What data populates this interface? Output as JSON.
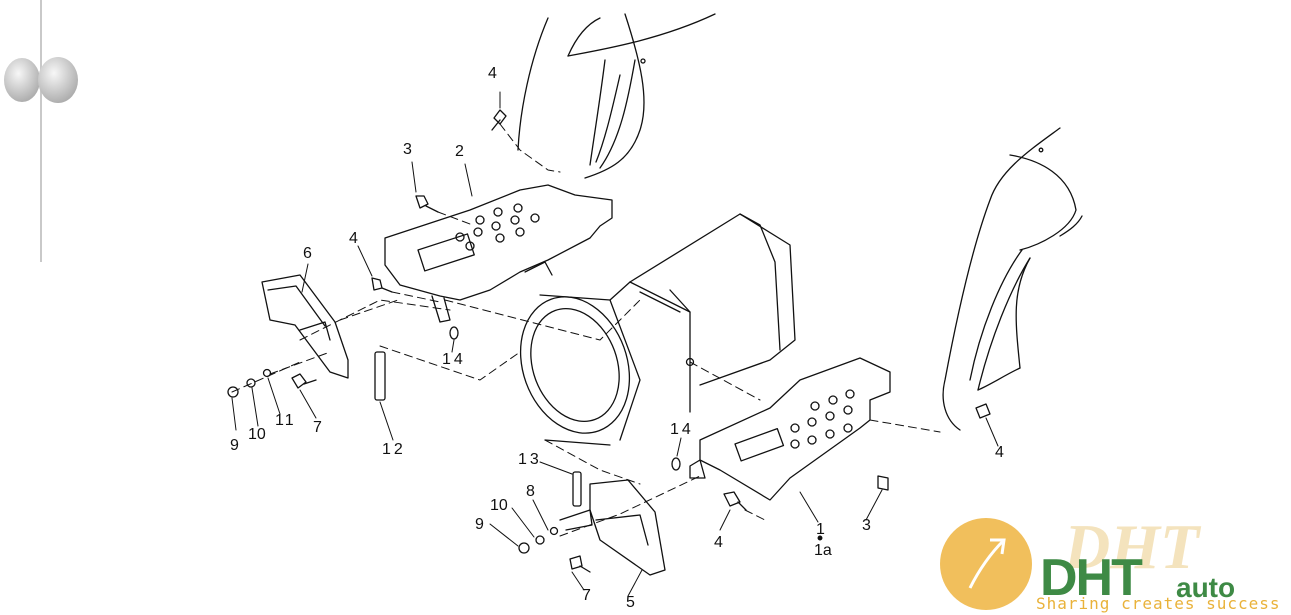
{
  "diagram": {
    "callouts": [
      {
        "id": "c4_top",
        "text": "4"
      },
      {
        "id": "c3_top",
        "text": "3"
      },
      {
        "id": "c2",
        "text": "2"
      },
      {
        "id": "c4_mid",
        "text": "4"
      },
      {
        "id": "c6",
        "text": "6"
      },
      {
        "id": "c14_left",
        "text": "14"
      },
      {
        "id": "c9_left",
        "text": "9"
      },
      {
        "id": "c10_left",
        "text": "10"
      },
      {
        "id": "c11",
        "text": "11"
      },
      {
        "id": "c7_left",
        "text": "7"
      },
      {
        "id": "c12",
        "text": "12"
      },
      {
        "id": "c14_right",
        "text": "14"
      },
      {
        "id": "c13",
        "text": "13"
      },
      {
        "id": "c8",
        "text": "8"
      },
      {
        "id": "c10_bottom",
        "text": "10"
      },
      {
        "id": "c9_bottom",
        "text": "9"
      },
      {
        "id": "c7_bottom",
        "text": "7"
      },
      {
        "id": "c5",
        "text": "5"
      },
      {
        "id": "c4_bottom",
        "text": "4"
      },
      {
        "id": "c1",
        "text": "1"
      },
      {
        "id": "c1a",
        "text": "1a"
      },
      {
        "id": "c3_bottom",
        "text": "3"
      },
      {
        "id": "c4_right",
        "text": "4"
      }
    ]
  },
  "watermark": {
    "brand": "DHT",
    "suffix": "auto",
    "tagline": "Sharing creates success",
    "ghost_text": "DHT",
    "colors": {
      "circle": "#f0b84a",
      "brand": "#3e8a45",
      "tagline": "#e9b23a"
    },
    "icon": "arrow-up-right-icon"
  },
  "binder": {
    "icon": "binder-ring-icon"
  }
}
